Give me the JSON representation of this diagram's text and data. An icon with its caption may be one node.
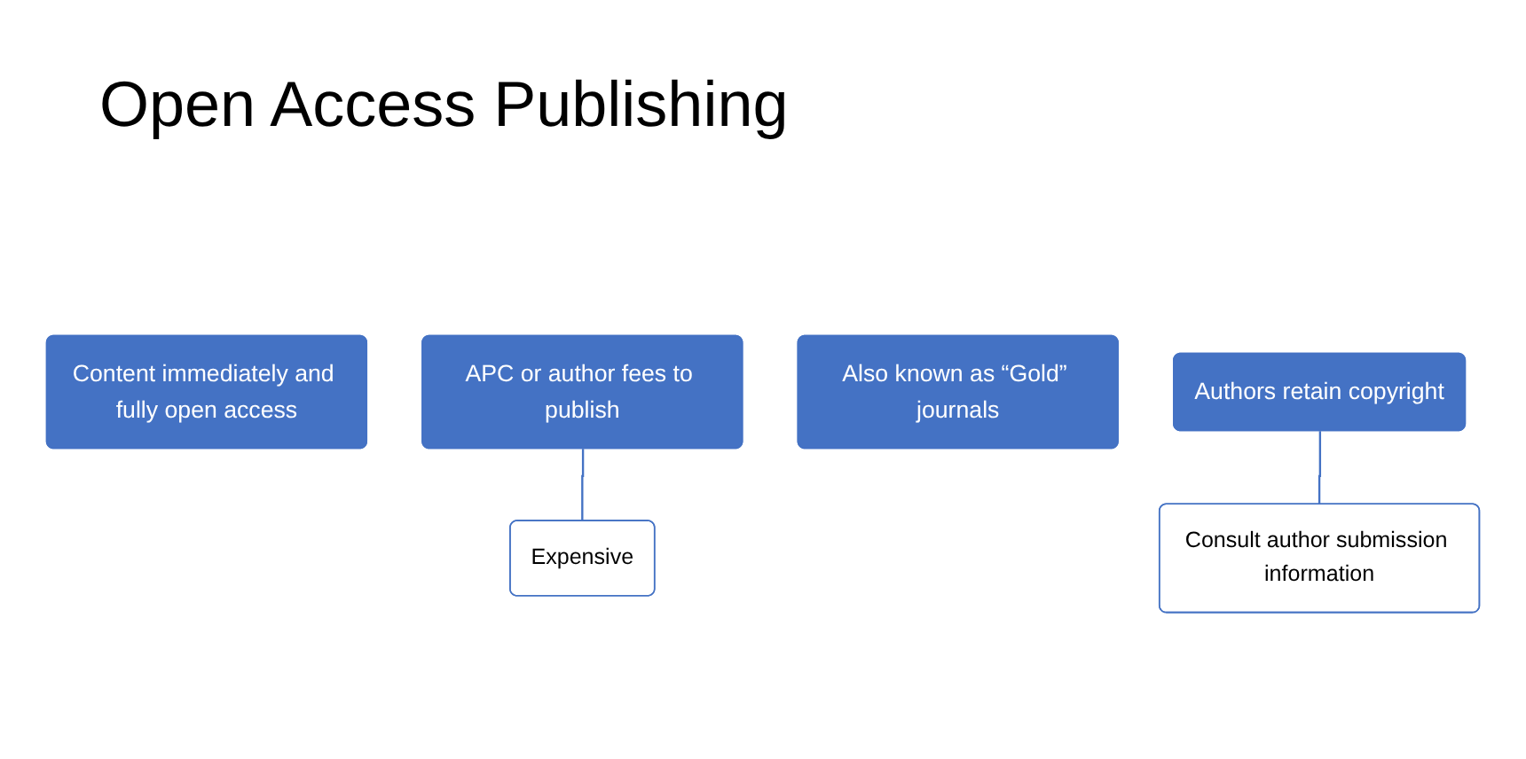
{
  "diagram": {
    "title": "Open Access Publishing",
    "nodes": [
      {
        "text": [
          "Content immediately and fully open access"
        ]
      },
      {
        "text": [
          "APC or author fees to publish"
        ]
      },
      {
        "text": [
          "Expensive"
        ]
      },
      {
        "text": [
          "Also known as “Gold” journals"
        ]
      },
      {
        "text": [
          "Authors retain copyright"
        ]
      },
      {
        "text": [
          "Consult author submission information"
        ]
      }
    ],
    "edges": [
      {
        "from": 1,
        "to": 2,
        "arrow": "none"
      },
      {
        "from": 4,
        "to": 5,
        "arrow": "none"
      }
    ]
  }
}
